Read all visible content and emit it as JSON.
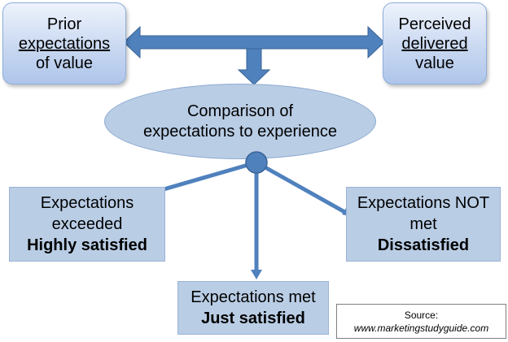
{
  "prior": {
    "line1": "Prior",
    "line2": "expectations",
    "line3": "of value"
  },
  "perceived": {
    "line1": "Perceived",
    "line2": "delivered",
    "line3": "value"
  },
  "comparison": {
    "line1": "Comparison of",
    "line2": "expectations to experience"
  },
  "exceeded": {
    "line1": "Expectations",
    "line2": "exceeded",
    "line3": "Highly satisfied"
  },
  "not_met": {
    "line1": "Expectations NOT",
    "line2": "met",
    "line3": "Dissatisfied"
  },
  "met": {
    "line1": "Expectations met",
    "line2": "Just satisfied"
  },
  "source": {
    "label": "Source:",
    "url": "www.marketingstudyguide.com"
  },
  "colors": {
    "arrow_fill": "#4f81bd",
    "arrow_stroke": "#3a6396",
    "box_fill": "#b9cde5",
    "hub_fill": "#4f81bd"
  }
}
